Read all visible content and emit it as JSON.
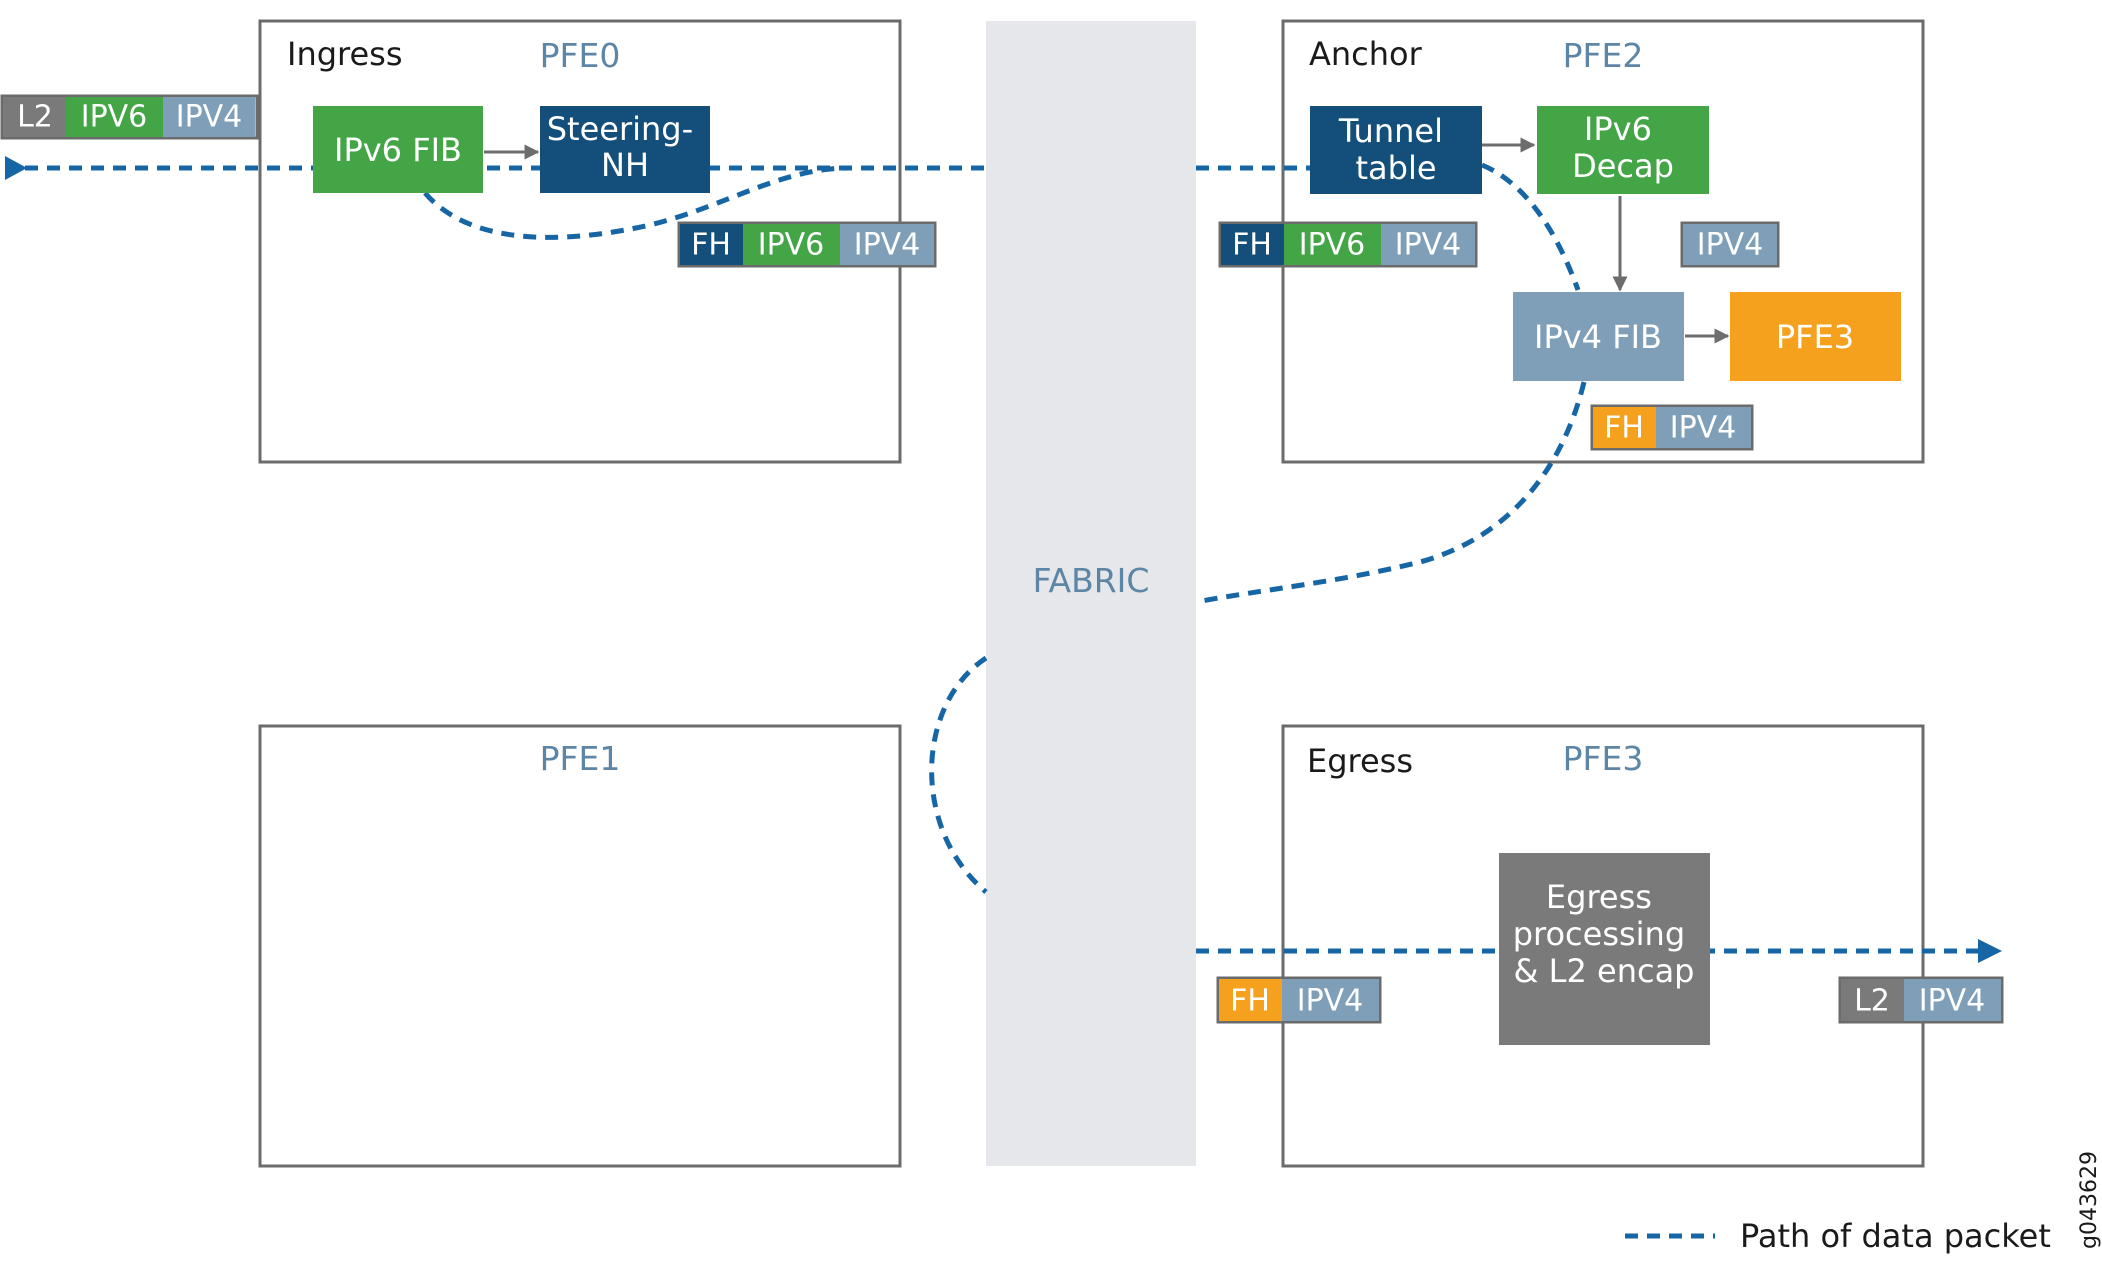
{
  "colors": {
    "box_stroke": "#6b6b6b",
    "pfe_label": "#5d86a6",
    "fabric_fill": "#e5e7ea",
    "fabric_text": "#5d86a6",
    "green": "#44a547",
    "navy": "#134f7a",
    "steel": "#7f9fb8",
    "orange": "#f5a11d",
    "gray": "#7a7a7a",
    "dash": "#1665a5",
    "arrow": "#6d6d6d",
    "white": "#ffffff",
    "black": "#1a1a1a"
  },
  "fabric": {
    "label": "FABRIC"
  },
  "pfe_boxes": {
    "pfe0": {
      "role": "Ingress",
      "name": "PFE0"
    },
    "pfe2": {
      "role": "Anchor",
      "name": "PFE2"
    },
    "pfe1": {
      "role": "",
      "name": "PFE1"
    },
    "pfe3": {
      "role": "Egress",
      "name": "PFE3"
    }
  },
  "blocks": {
    "ipv6_fib": {
      "lines": [
        "IPv6 FIB"
      ]
    },
    "steering_nh": {
      "lines": [
        "Steering-",
        "NH"
      ]
    },
    "tunnel_table": {
      "lines": [
        "Tunnel",
        "table"
      ]
    },
    "ipv6_decap": {
      "lines": [
        "IPv6",
        "Decap"
      ]
    },
    "ipv4_fib": {
      "lines": [
        "IPv4 FIB"
      ]
    },
    "pfe3_target": {
      "lines": [
        "PFE3"
      ]
    },
    "egress_processing": {
      "lines": [
        "Egress",
        "processing",
        "& L2 encap"
      ]
    }
  },
  "packets": {
    "incoming": [
      "L2",
      "IPV6",
      "IPV4"
    ],
    "ingress_out": [
      "FH",
      "IPV6",
      "IPV4"
    ],
    "anchor_in": [
      "FH",
      "IPV6",
      "IPV4"
    ],
    "after_decap": [
      "IPV4"
    ],
    "anchor_out": [
      "FH",
      "IPV4"
    ],
    "egress_in": [
      "FH",
      "IPV4"
    ],
    "outgoing": [
      "L2",
      "IPV4"
    ]
  },
  "legend": {
    "label": "Path of data packet"
  },
  "figure_id": "g043629"
}
